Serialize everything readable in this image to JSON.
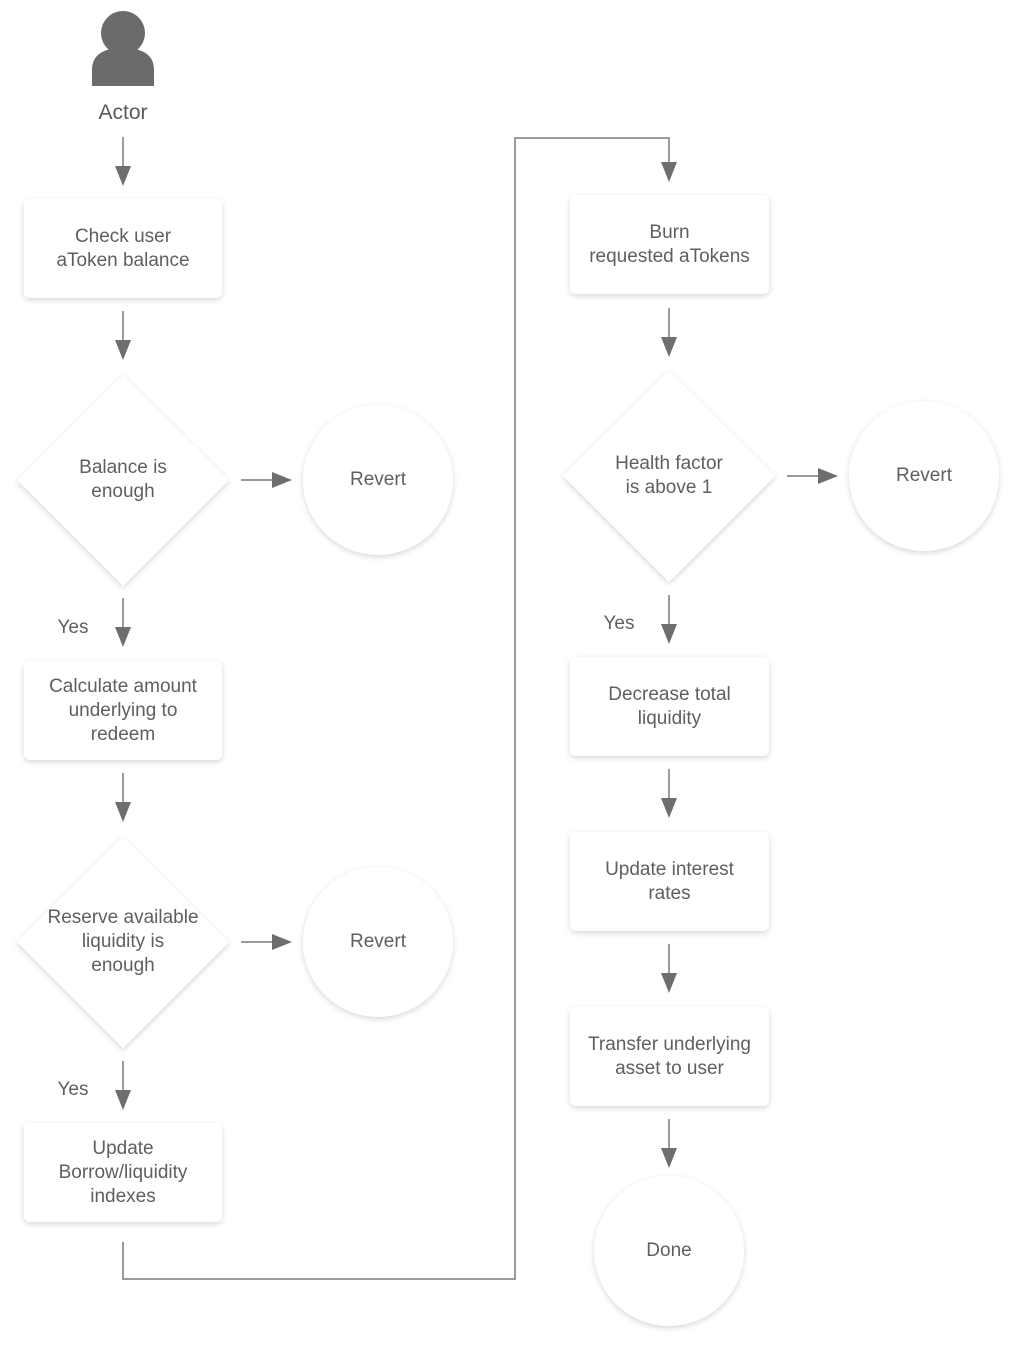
{
  "actor": {
    "label": "Actor"
  },
  "left_column": {
    "check_balance": "Check user\naToken balance",
    "balance_enough": "Balance is\nenough",
    "revert_1": "Revert",
    "yes_1": "Yes",
    "calculate_amount": "Calculate amount\nunderlying to\nredeem",
    "reserve_liquidity": "Reserve available\nliquidity is\nenough",
    "revert_2": "Revert",
    "yes_2": "Yes",
    "update_indexes": "Update\nBorrow/liquidity\nindexes"
  },
  "right_column": {
    "burn_atokens": "Burn\nrequested aTokens",
    "health_factor": "Health factor\nis above 1",
    "revert_3": "Revert",
    "yes_3": "Yes",
    "decrease_liquidity": "Decrease total\nliquidity",
    "update_rates": "Update interest\nrates",
    "transfer_asset": "Transfer underlying\nasset to user",
    "done": "Done"
  },
  "colors": {
    "background": "#ffffff",
    "shape_fill": "#ffffff",
    "connector": "#7a7a7a",
    "text": "#5f5f5f",
    "actor_icon": "#6b6b6b"
  }
}
